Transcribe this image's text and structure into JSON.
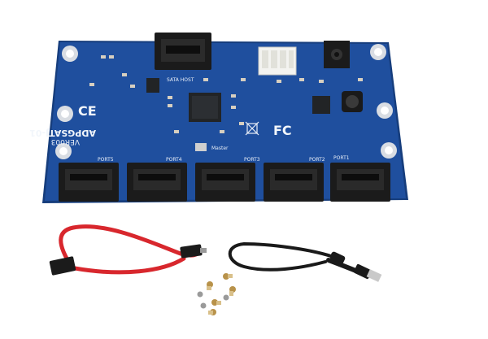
{
  "board": {
    "model_text": "ADPGSATJ-01",
    "version_text": "VER003",
    "sata_host_label": "SATA HOST",
    "master_label": "Master",
    "ce_mark": "CE",
    "fcc_mark": "FC",
    "ports": [
      {
        "label": "PORT5"
      },
      {
        "label": "PORT4"
      },
      {
        "label": "PORT3"
      },
      {
        "label": "PORT2"
      },
      {
        "label": "PORT1"
      }
    ],
    "colors": {
      "pcb": "#1f4f9e",
      "pcb_edge": "#163d7c",
      "connector": "#1b1b1b",
      "power_header": "#f3f3f0",
      "cable_red": "#d8272d",
      "cable_black": "#1a1a1a",
      "screw_brass": "#b8924a"
    }
  },
  "accessories": {
    "items": [
      "sata-cable",
      "usb-power-cable",
      "screws"
    ]
  }
}
